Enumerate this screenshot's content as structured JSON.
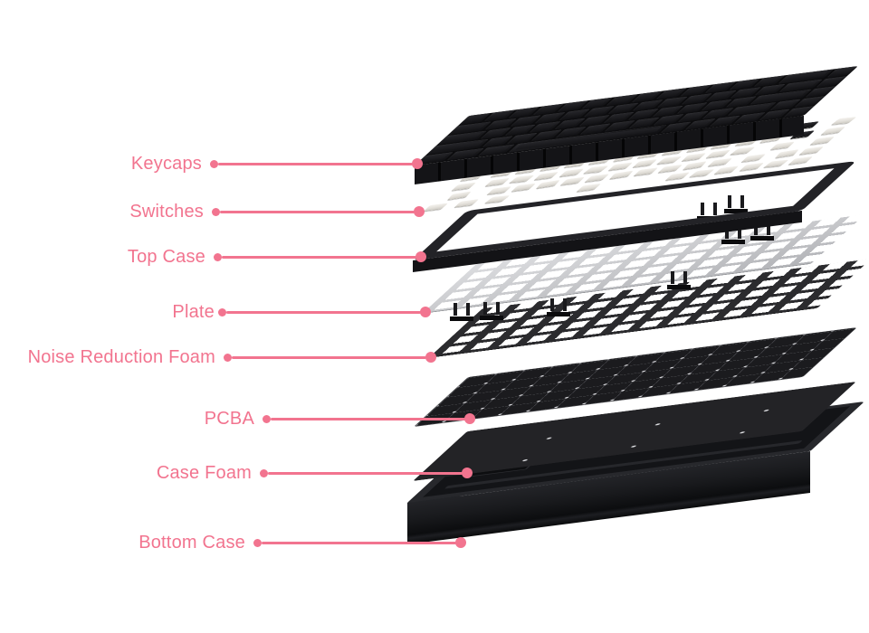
{
  "diagram": {
    "subject": "keyboard-exploded-view",
    "layers": [
      {
        "id": "keycaps",
        "label": "Keycaps"
      },
      {
        "id": "switches",
        "label": "Switches"
      },
      {
        "id": "topcase",
        "label": "Top Case"
      },
      {
        "id": "plate",
        "label": "Plate"
      },
      {
        "id": "foam",
        "label": "Noise Reduction Foam"
      },
      {
        "id": "pcba",
        "label": "PCBA"
      },
      {
        "id": "casefoam",
        "label": "Case Foam"
      },
      {
        "id": "bottomcase",
        "label": "Bottom Case"
      }
    ]
  },
  "keyboard": {
    "rows": [
      [
        1,
        1,
        1,
        1,
        1,
        1,
        1,
        1,
        1,
        1,
        1,
        1,
        1,
        2,
        1
      ],
      [
        1.5,
        1,
        1,
        1,
        1,
        1,
        1,
        1,
        1,
        1,
        1,
        1,
        1,
        1.5,
        1
      ],
      [
        1.75,
        1,
        1,
        1,
        1,
        1,
        1,
        1,
        1,
        1,
        1,
        1,
        2.25,
        1
      ],
      [
        2.25,
        1,
        1,
        1,
        1,
        1,
        1,
        1,
        1,
        1,
        1,
        1.75,
        1,
        1
      ],
      [
        1.25,
        1.25,
        1.25,
        6.25,
        1,
        1,
        1,
        1,
        1,
        1
      ]
    ]
  },
  "colors": {
    "accent_pink": "#F2748F",
    "keycap_black": "#161619",
    "switch_cream": "#EAE7E1",
    "plate_silver": "#C6C7CA",
    "foam_gray": "#2B2B2E",
    "pcb_black": "#1B1B1E",
    "case_black": "#1E1F22",
    "background": "#FFFFFF"
  }
}
